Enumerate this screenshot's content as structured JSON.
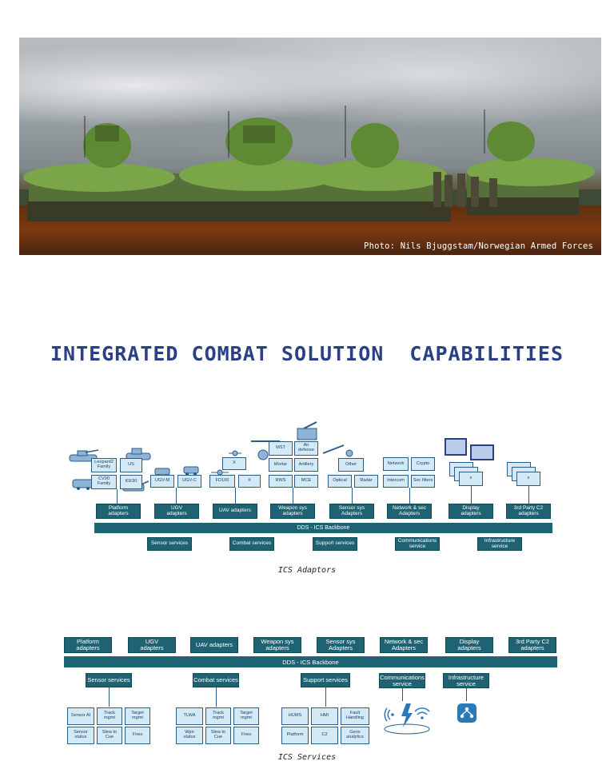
{
  "photo": {
    "credit": "Photo: Nils Bjuggstam/Norwegian Armed Forces"
  },
  "title": "INTEGRATED COMBAT SOLUTION  CAPABILITIES",
  "adaptors": {
    "caption": "ICS Adaptors",
    "device_labels": {
      "leopard": "Leopard2\nFamily",
      "us": "US",
      "cv90": "CV90\nFamily",
      "k9": "K9/30",
      "ugvm": "UGV-M",
      "ugvc": "UGV-C",
      "uav_x": "X",
      "fd100": "FD100",
      "uav_x2": "X",
      "mst": "MST",
      "airdef": "Air\ndefense",
      "mortar": "Mortar",
      "artillery": "Artillery",
      "rws": "RWS",
      "mce": "MCE",
      "other": "Other",
      "optical": "Optical",
      "radar": "Radar",
      "network": "Network",
      "crypto": "Crypto",
      "intercom": "Intercom",
      "secfilters": "Sec filters",
      "display_x": "x",
      "c2_x": "x"
    },
    "adapters": [
      "Platform\nadapters",
      "UGV\nadapters",
      "UAV adapters",
      "Weapon sys\nadapters",
      "Sensor sys\nAdapters",
      "Network & sec\nAdapters",
      "Display\nadapters",
      "3rd Party C2\nadapters"
    ],
    "backbone": "DDS - ICS Backbone",
    "services": [
      "Sensor services",
      "Combat services",
      "Support services",
      "Communications\nservice",
      "Infrastructure\nservice"
    ]
  },
  "services": {
    "caption": "ICS Services",
    "adapters": [
      "Platform\nadapters",
      "UGV\nadapters",
      "UAV adapters",
      "Weapon sys\nadapters",
      "Sensor sys\nAdapters",
      "Network & sec\nAdapters",
      "Display\nadapters",
      "3rd Party C2\nadapters"
    ],
    "backbone": "DDS - ICS Backbone",
    "service_heads": [
      "Sensor services",
      "Combat services",
      "Support services",
      "Communications\nservice",
      "Infrastructure\nservice"
    ],
    "sensor_items": [
      "Sensor AI",
      "Track\nmgmt",
      "Target\nmgmt",
      "Sensor\nstatus",
      "Slew to\nCue",
      "Fires"
    ],
    "combat_items": [
      "TLWA",
      "Track\nmgmt",
      "Target\nmgmt",
      "Wpn\nstatus",
      "Slew to\nCue",
      "Fires"
    ],
    "support_items": [
      "HUMS",
      "HMI",
      "Fault\nHandling",
      "Platform",
      "C2",
      "Geos\nanalytics"
    ]
  },
  "colors": {
    "teal": "#1f6273",
    "light": "#d4e9f6",
    "title": "#2a3f86"
  }
}
